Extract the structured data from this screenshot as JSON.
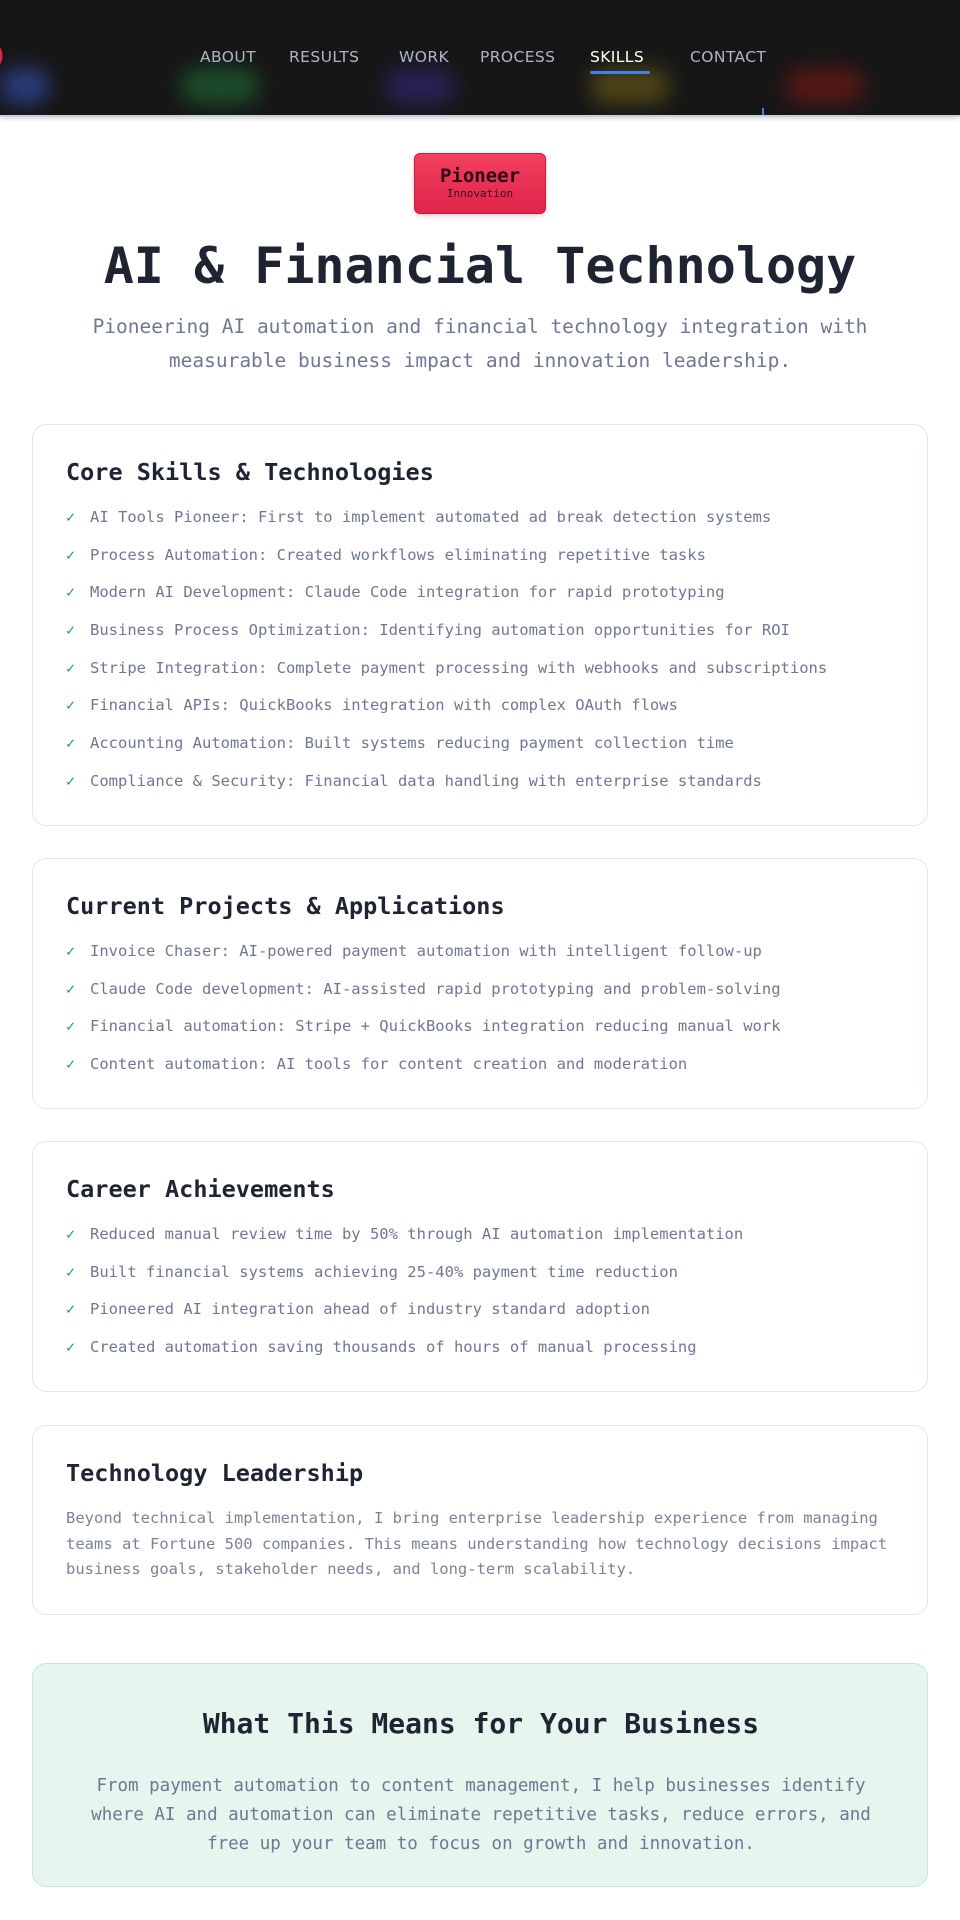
{
  "nav": {
    "items": [
      {
        "label": "ABOUT"
      },
      {
        "label": "RESULTS"
      },
      {
        "label": "WORK"
      },
      {
        "label": "PROCESS"
      },
      {
        "label": "SKILLS"
      },
      {
        "label": "CONTACT"
      }
    ],
    "active": "SKILLS",
    "active_color": "#3b82f6",
    "background": "#161616"
  },
  "hero": {
    "badge_title": "Pioneer",
    "badge_subtitle": "Innovation",
    "badge_color": "#f2405e",
    "title": "AI & Financial Technology",
    "subtitle": "Pioneering AI automation and financial technology integration with measurable business impact and innovation leadership."
  },
  "check_icon": "✓",
  "check_color": "#22a056",
  "core_skills": {
    "title": "Core Skills & Technologies",
    "items": [
      "AI Tools Pioneer: First to implement automated ad break detection systems",
      "Process Automation: Created workflows eliminating repetitive tasks",
      "Modern AI Development: Claude Code integration for rapid prototyping",
      "Business Process Optimization: Identifying automation opportunities for ROI",
      "Stripe Integration: Complete payment processing with webhooks and subscriptions",
      "Financial APIs: QuickBooks integration with complex OAuth flows",
      "Accounting Automation: Built systems reducing payment collection time",
      "Compliance & Security: Financial data handling with enterprise standards"
    ]
  },
  "current_projects": {
    "title": "Current Projects & Applications",
    "items": [
      "Invoice Chaser: AI-powered payment automation with intelligent follow-up",
      "Claude Code development: AI-assisted rapid prototyping and problem-solving",
      "Financial automation: Stripe + QuickBooks integration reducing manual work",
      "Content automation: AI tools for content creation and moderation"
    ]
  },
  "career_achievements": {
    "title": "Career Achievements",
    "items": [
      "Reduced manual review time by 50% through AI automation implementation",
      "Built financial systems achieving 25-40% payment time reduction",
      "Pioneered AI integration ahead of industry standard adoption",
      "Created automation saving thousands of hours of manual processing"
    ]
  },
  "leadership": {
    "title": "Technology Leadership",
    "text": "Beyond technical implementation, I bring enterprise leadership experience from managing teams at Fortune 500 companies. This means understanding how technology decisions impact business goals, stakeholder needs, and long-term scalability."
  },
  "cta": {
    "title": "What This Means for Your Business",
    "text": "From payment automation to content management, I help businesses identify where AI and automation can eliminate repetitive tasks, reduce errors, and free up your team to focus on growth and innovation.",
    "background": "#e6f5ee"
  }
}
